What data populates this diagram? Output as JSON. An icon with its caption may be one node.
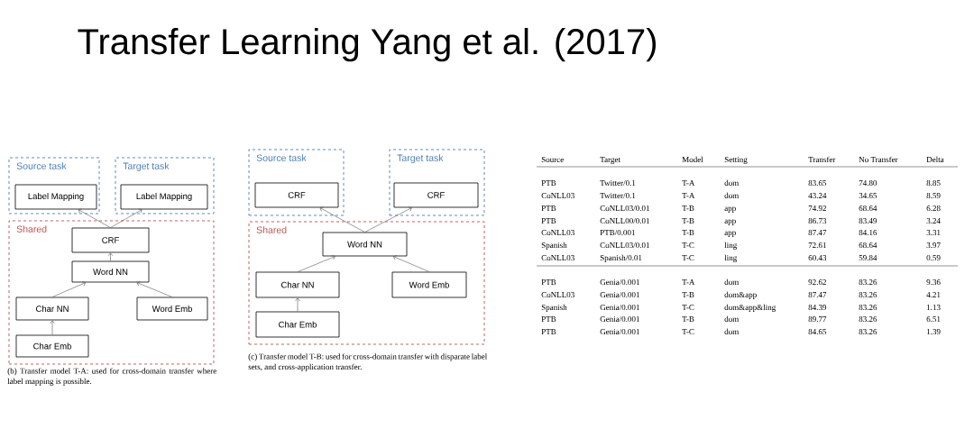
{
  "diagram": {
    "title": "Transfer Learning   Yang et al. (2017)",
    "nodes": [
      {
        "text": [
          "Source task"
        ]
      },
      {
        "text": [
          "Label Mapping"
        ],
        "in": 0
      },
      {
        "text": [
          "Target task"
        ]
      },
      {
        "text": [
          "Label Mapping"
        ],
        "in": 2
      },
      {
        "text": [
          "Shared"
        ]
      },
      {
        "text": [
          "CRF"
        ],
        "in": 4
      },
      {
        "text": [
          "Word NN"
        ],
        "in": 4
      },
      {
        "text": [
          "Char NN"
        ],
        "in": 4
      },
      {
        "text": [
          "Word Emb"
        ],
        "in": 4
      },
      {
        "text": [
          "Char Emb"
        ],
        "in": 4
      },
      {
        "text": [
          "Source task"
        ]
      },
      {
        "text": [
          "CRF"
        ],
        "in": 10
      },
      {
        "text": [
          "Target task"
        ]
      },
      {
        "text": [
          "CRF"
        ],
        "in": 12
      },
      {
        "text": [
          "Shared"
        ]
      },
      {
        "text": [
          "Word NN"
        ],
        "in": 14
      },
      {
        "text": [
          "Char NN"
        ],
        "in": 14
      },
      {
        "text": [
          "Word Emb"
        ],
        "in": 14
      },
      {
        "text": [
          "Char Emb"
        ],
        "in": 14
      }
    ],
    "edges": [
      {
        "from": 5,
        "to": 1,
        "arrow": "to"
      },
      {
        "from": 5,
        "to": 3,
        "arrow": "to"
      },
      {
        "from": 6,
        "to": 5,
        "arrow": "to"
      },
      {
        "from": 7,
        "to": 6,
        "arrow": "to"
      },
      {
        "from": 8,
        "to": 6,
        "arrow": "to"
      },
      {
        "from": 9,
        "to": 7,
        "arrow": "to"
      },
      {
        "from": 15,
        "to": 11,
        "arrow": "to"
      },
      {
        "from": 15,
        "to": 13,
        "arrow": "to"
      },
      {
        "from": 16,
        "to": 15,
        "arrow": "to"
      },
      {
        "from": 17,
        "to": 15,
        "arrow": "to"
      },
      {
        "from": 18,
        "to": 16,
        "arrow": "to"
      }
    ],
    "labels": [
      "(b) Transfer model T-A: used for cross-domain transfer where label mapping is possible.",
      "(c) Transfer model T-B: used for cross-domain transfer with disparate label sets, and cross-application transfer.",
      "Source",
      "Target",
      "Model",
      "Setting",
      "Transfer",
      "No Transfer",
      "Delta",
      "PTB",
      "Twitter/0.1",
      "T-A",
      "dom",
      "83.65",
      "74.80",
      "8.85",
      "CoNLL03",
      "Twitter/0.1",
      "T-A",
      "dom",
      "43.24",
      "34.65",
      "8.59",
      "PTB",
      "CoNLL03/0.01",
      "T-B",
      "app",
      "74.92",
      "68.64",
      "6.28",
      "PTB",
      "CoNLL00/0.01",
      "T-B",
      "app",
      "86.73",
      "83.49",
      "3.24",
      "CoNLL03",
      "PTB/0.001",
      "T-B",
      "app",
      "87.47",
      "84.16",
      "3.31",
      "Spanish",
      "CoNLL03/0.01",
      "T-C",
      "ling",
      "72.61",
      "68.64",
      "3.97",
      "CoNLL03",
      "Spanish/0.01",
      "T-C",
      "ling",
      "60.43",
      "59.84",
      "0.59",
      "PTB",
      "Genia/0.001",
      "T-A",
      "dom",
      "92.62",
      "83.26",
      "9.36",
      "CoNLL03",
      "Genia/0.001",
      "T-B",
      "dom&app",
      "87.47",
      "83.26",
      "4.21",
      "Spanish",
      "Genia/0.001",
      "T-C",
      "dom&app&ling",
      "84.39",
      "83.26",
      "1.13",
      "PTB",
      "Genia/0.001",
      "T-B",
      "dom",
      "89.77",
      "83.26",
      "6.51",
      "PTB",
      "Genia/0.001",
      "T-C",
      "dom",
      "84.65",
      "83.26",
      "1.39"
    ]
  }
}
